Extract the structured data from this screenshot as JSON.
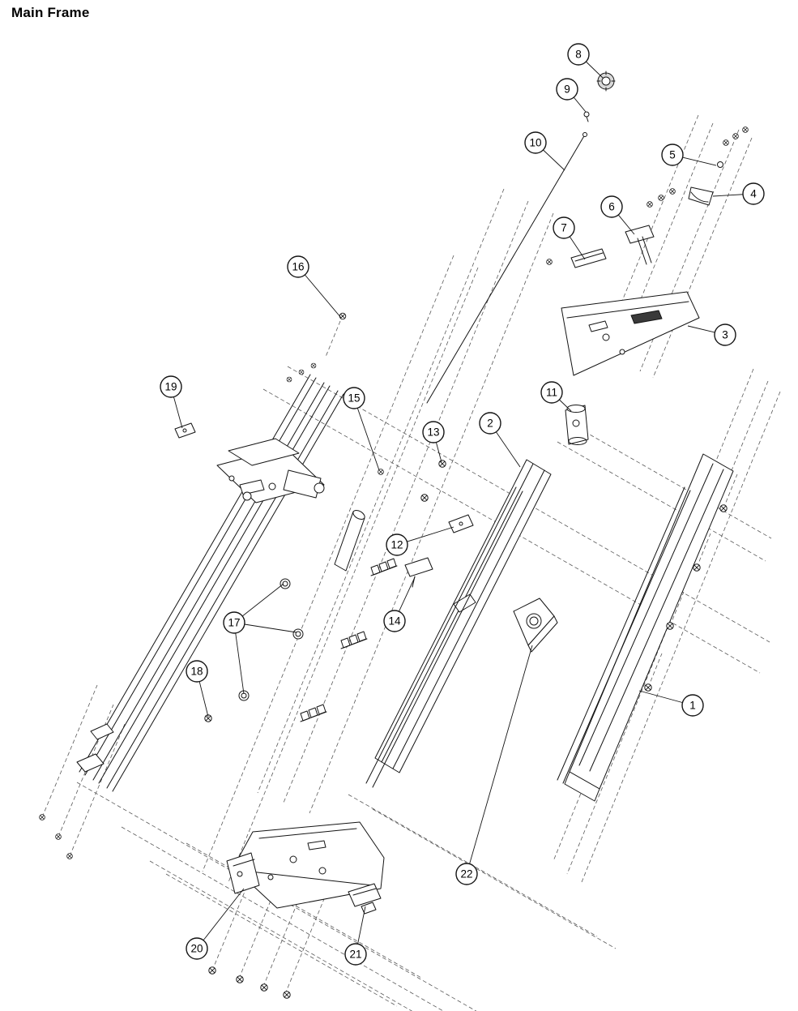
{
  "page": {
    "title": "Main Frame"
  },
  "diagram": {
    "type": "exploded-parts-diagram",
    "callouts": [
      {
        "label": "1"
      },
      {
        "label": "2"
      },
      {
        "label": "3"
      },
      {
        "label": "4"
      },
      {
        "label": "5"
      },
      {
        "label": "6"
      },
      {
        "label": "7"
      },
      {
        "label": "8"
      },
      {
        "label": "9"
      },
      {
        "label": "10"
      },
      {
        "label": "11"
      },
      {
        "label": "12"
      },
      {
        "label": "13"
      },
      {
        "label": "14"
      },
      {
        "label": "15"
      },
      {
        "label": "16"
      },
      {
        "label": "17"
      },
      {
        "label": "18"
      },
      {
        "label": "19"
      },
      {
        "label": "20"
      },
      {
        "label": "21"
      },
      {
        "label": "22"
      }
    ]
  }
}
